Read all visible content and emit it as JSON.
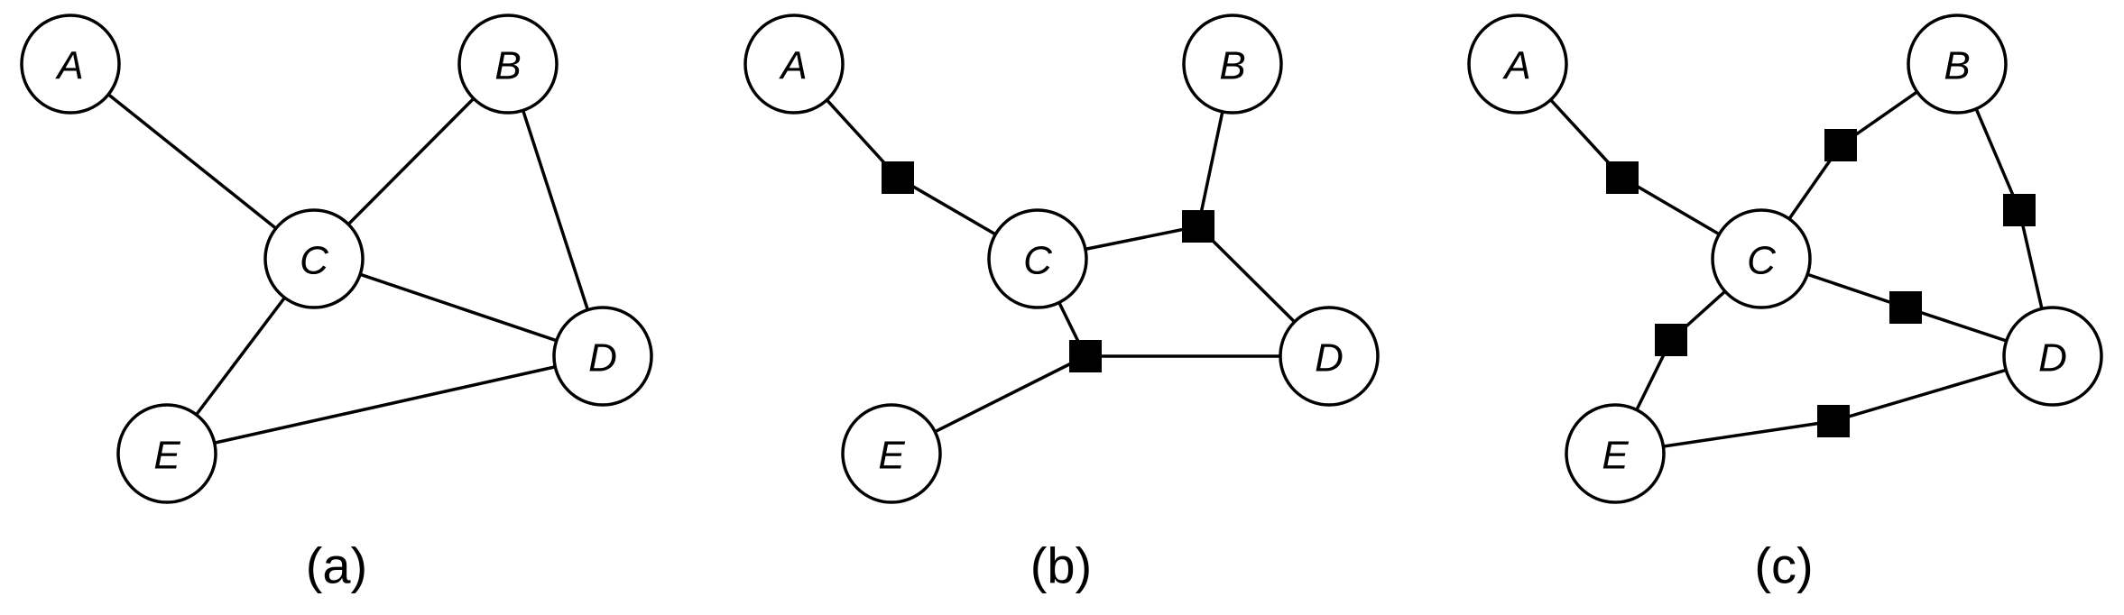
{
  "panels": [
    {
      "caption": "(a)",
      "nodes": [
        {
          "id": "A",
          "label": "A"
        },
        {
          "id": "B",
          "label": "B"
        },
        {
          "id": "C",
          "label": "C"
        },
        {
          "id": "D",
          "label": "D"
        },
        {
          "id": "E",
          "label": "E"
        }
      ],
      "factors": [],
      "edges": [
        [
          "A",
          "C"
        ],
        [
          "B",
          "C"
        ],
        [
          "B",
          "D"
        ],
        [
          "C",
          "D"
        ],
        [
          "C",
          "E"
        ],
        [
          "E",
          "D"
        ]
      ]
    },
    {
      "caption": "(b)",
      "nodes": [
        {
          "id": "A",
          "label": "A"
        },
        {
          "id": "B",
          "label": "B"
        },
        {
          "id": "C",
          "label": "C"
        },
        {
          "id": "D",
          "label": "D"
        },
        {
          "id": "E",
          "label": "E"
        }
      ],
      "factors": [
        "f1",
        "f2",
        "f3"
      ],
      "edges": [
        [
          "A",
          "f1"
        ],
        [
          "f1",
          "C"
        ],
        [
          "B",
          "f2"
        ],
        [
          "C",
          "f2"
        ],
        [
          "f2",
          "D"
        ],
        [
          "C",
          "f3"
        ],
        [
          "E",
          "f3"
        ],
        [
          "f3",
          "D"
        ]
      ]
    },
    {
      "caption": "(c)",
      "nodes": [
        {
          "id": "A",
          "label": "A"
        },
        {
          "id": "B",
          "label": "B"
        },
        {
          "id": "C",
          "label": "C"
        },
        {
          "id": "D",
          "label": "D"
        },
        {
          "id": "E",
          "label": "E"
        }
      ],
      "factors": [
        "f1",
        "f2",
        "f3",
        "f4",
        "f5",
        "f6"
      ],
      "edges": [
        [
          "A",
          "f1"
        ],
        [
          "f1",
          "C"
        ],
        [
          "C",
          "f2"
        ],
        [
          "f2",
          "B"
        ],
        [
          "B",
          "f3"
        ],
        [
          "f3",
          "D"
        ],
        [
          "C",
          "f4"
        ],
        [
          "f4",
          "D"
        ],
        [
          "C",
          "f5"
        ],
        [
          "f5",
          "E"
        ],
        [
          "E",
          "f6"
        ],
        [
          "f6",
          "D"
        ]
      ]
    }
  ]
}
